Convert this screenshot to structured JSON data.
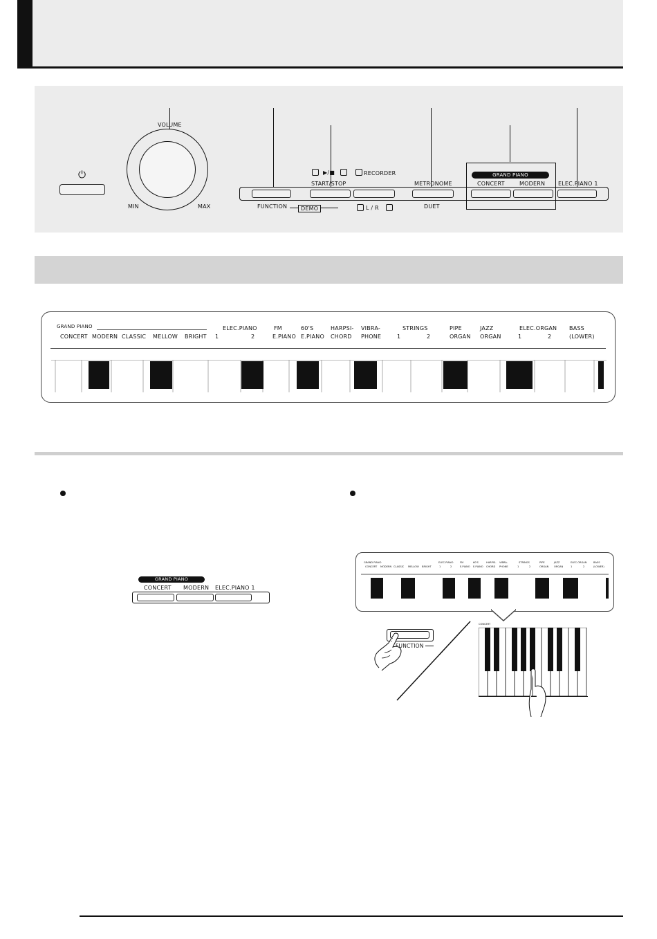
{
  "header": {
    "title": ""
  },
  "panel": {
    "power_symbol": "⏻",
    "volume": {
      "label": "VOLUME",
      "min": "MIN",
      "max": "MAX"
    },
    "start_stop_indicator": "▶/■",
    "start_stop": "START/STOP",
    "recorder": "RECORDER",
    "function": "FUNCTION",
    "demo": "DEMO",
    "lr": "L / R",
    "metronome": "METRONOME",
    "duet": "DUET",
    "grand_piano": "GRAND PIANO",
    "concert": "CONCERT",
    "modern": "MODERN",
    "elec_piano_1": "ELEC.PIANO 1"
  },
  "keyboard": {
    "grand_piano": "GRAND PIANO",
    "row1": {
      "concert": "CONCERT",
      "modern": "MODERN",
      "classic": "CLASSIC",
      "mellow": "MELLOW",
      "bright": "BRIGHT",
      "elec_piano": "ELEC.PIANO",
      "ep1": "1",
      "ep2": "2",
      "fm": "FM",
      "fm2": "E.PIANO",
      "s60": "60'S",
      "s60_2": "E.PIANO",
      "harpsi": "HARPSI-",
      "harpsi2": "CHORD",
      "vibra": "VIBRA-",
      "vibra2": "PHONE",
      "strings": "STRINGS",
      "st1": "1",
      "st2": "2",
      "pipe": "PIPE",
      "pipe2": "ORGAN",
      "jazz": "JAZZ",
      "jazz2": "ORGAN",
      "elec_organ": "ELEC.ORGAN",
      "eo1": "1",
      "eo2": "2",
      "bass": "BASS",
      "bass2": "(LOWER)"
    }
  },
  "icons": [
    "power-icon",
    "bullet-icon",
    "hand-icon"
  ]
}
